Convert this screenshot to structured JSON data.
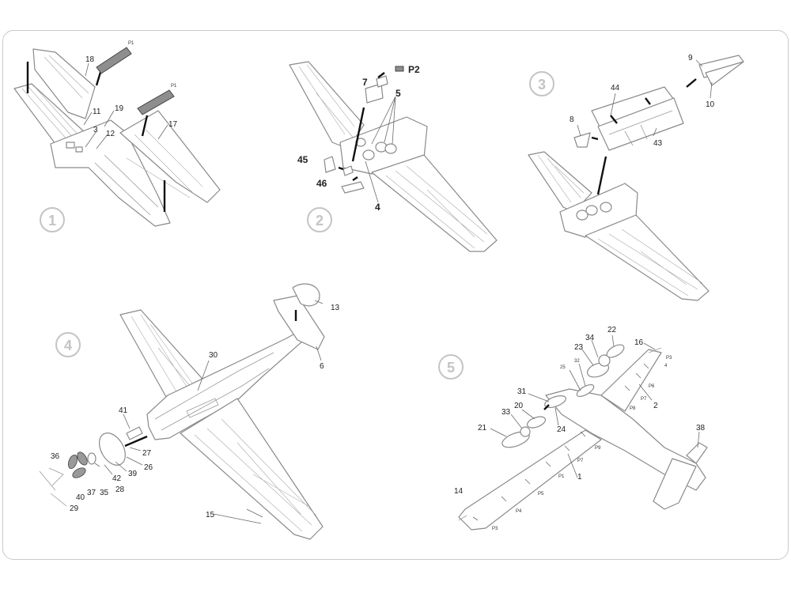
{
  "steps": [
    "1",
    "2",
    "3",
    "4",
    "5"
  ],
  "step1": {
    "labels": [
      "18",
      "P1",
      "P1",
      "11",
      "19",
      "3",
      "12",
      "17"
    ]
  },
  "step2": {
    "labels": [
      "7",
      "P2",
      "5",
      "45",
      "46",
      "4"
    ]
  },
  "step3": {
    "labels": [
      "9",
      "10",
      "44",
      "8",
      "43"
    ]
  },
  "step4": {
    "labels": [
      "13",
      "6",
      "30",
      "41",
      "27",
      "26",
      "36",
      "39",
      "42",
      "28",
      "35",
      "37",
      "40",
      "29",
      "15"
    ]
  },
  "step5": {
    "labels": [
      "22",
      "16",
      "34",
      "P3",
      "23",
      "4",
      "32",
      "25",
      "P6",
      "31",
      "P7",
      "2",
      "P8",
      "20",
      "33",
      "24",
      "21",
      "38",
      "P9",
      "P7",
      "P1",
      "1",
      "P5",
      "P4",
      "P3",
      "14"
    ]
  }
}
